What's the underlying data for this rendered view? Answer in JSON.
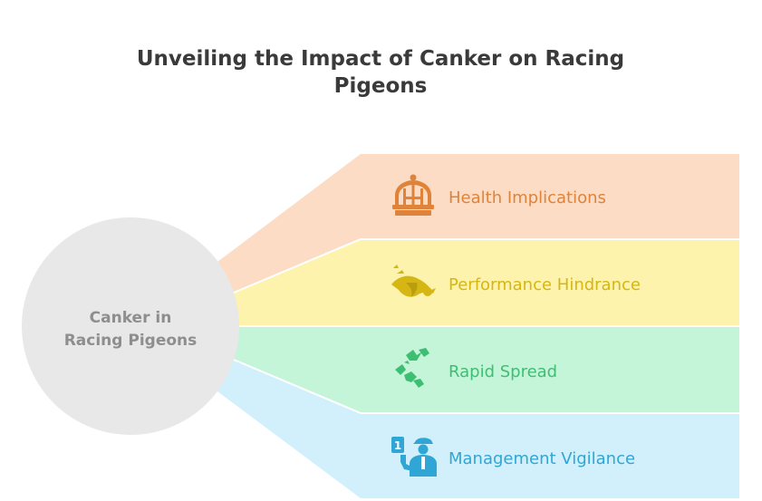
{
  "title": {
    "line1": "Unveiling the Impact of Canker on Racing",
    "line2": "Pigeons"
  },
  "center": {
    "line1": "Canker in",
    "line2": "Racing Pigeons",
    "color": "#e8e8e8"
  },
  "branches": [
    {
      "label": "Health Implications",
      "icon": "birdcage-icon",
      "fill": "#fcdcc4",
      "text_color": "#e0833a"
    },
    {
      "label": "Performance Hindrance",
      "icon": "falling-bird-icon",
      "fill": "#fdf3ad",
      "text_color": "#d6b613"
    },
    {
      "label": "Rapid Spread",
      "icon": "flock-birds-icon",
      "fill": "#c5f5d9",
      "text_color": "#3cbf73"
    },
    {
      "label": "Management Vigilance",
      "icon": "officer-icon",
      "fill": "#d1f0fc",
      "text_color": "#2fa6d6"
    }
  ]
}
